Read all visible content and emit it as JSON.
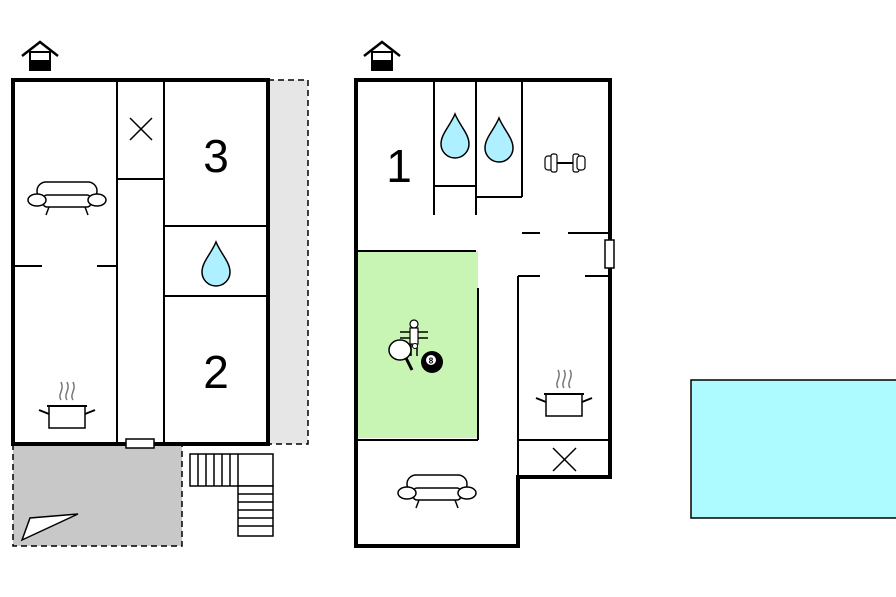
{
  "room_numbers": {
    "bedroom_3": "3",
    "bedroom_2": "2",
    "bedroom_1": "1"
  },
  "billiard_ball_number": "8",
  "icons": [
    "entrance-house-icon",
    "sofa-icon",
    "cooking-pot-icon",
    "water-drop-icon",
    "storage-cross-icon",
    "dumbbell-icon",
    "table-football-icon",
    "table-tennis-icon",
    "billiard-ball-icon",
    "terrace-triangle-icon",
    "stairs-icon"
  ],
  "colors": {
    "wall": "#000000",
    "game_room": "#c8f5b4",
    "pool": "#aefbff",
    "water_drop": "#aef0ff",
    "terrace": "#c8c8c8",
    "side_strip": "#e6e6e6"
  }
}
